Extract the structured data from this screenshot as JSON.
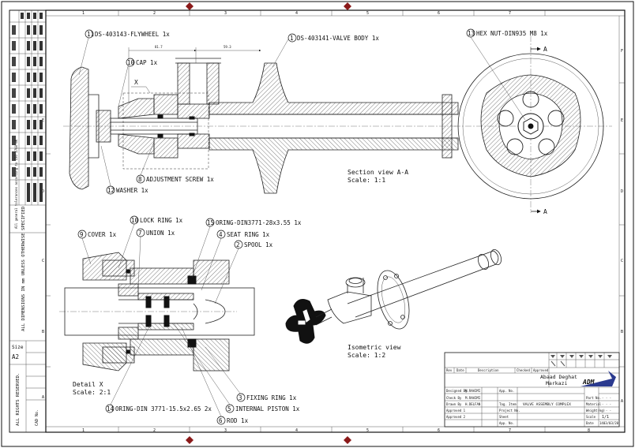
{
  "sheet": {
    "top_ruler": [
      "1",
      "2",
      "3",
      "4",
      "5",
      "6",
      "7"
    ],
    "bottom_ruler": [
      "1",
      "2",
      "3",
      "4",
      "5",
      "6",
      "7",
      "8"
    ],
    "right_ruler": [
      "F",
      "E",
      "D",
      "C",
      "B",
      "A"
    ],
    "left_ruler": [
      "E",
      "D",
      "C",
      "B",
      "A"
    ]
  },
  "left_strip": {
    "general_note": "All general tolerances according to ISO 2768-mK",
    "dimensions_note": "ALL DIMENSIONS IN mm UNLESS OTHERWISE SPECIFIED",
    "size_label": "Size",
    "size_value": "A2",
    "rights_note": "ALL RIGHTS RESERVED.",
    "cad_label": "CAD No."
  },
  "callouts": [
    {
      "num": "11",
      "text": "DS-403143-FLYWHEEL 1x"
    },
    {
      "num": "10",
      "text": "CAP 1x"
    },
    {
      "num": "1",
      "text": "DS-403141-VALVE BODY 1x"
    },
    {
      "num": "13",
      "text": "HEX NUT-DIN935 M8 1x"
    },
    {
      "num": "8",
      "text": "ADJUSTMENT SCREW 1x"
    },
    {
      "num": "12",
      "text": "WASHER 1x"
    },
    {
      "num": "10",
      "text": "LOCK RING 1x"
    },
    {
      "num": "9",
      "text": "COVER 1x"
    },
    {
      "num": "7",
      "text": "UNION 1x"
    },
    {
      "num": "15",
      "text": "ORING-DIN3771-28x3.55 1x"
    },
    {
      "num": "4",
      "text": "SEAT RING 1x"
    },
    {
      "num": "2",
      "text": "SPOOL 1x"
    },
    {
      "num": "3",
      "text": "FIXING RING 1x"
    },
    {
      "num": "5",
      "text": "INTERNAL PISTON 1x"
    },
    {
      "num": "14",
      "text": "ORING-DIN 3771-15.5x2.65 2x"
    },
    {
      "num": "6",
      "text": "ROD 1x"
    }
  ],
  "dimensions": {
    "d1": "81.7",
    "d2": "59.3"
  },
  "views": {
    "section_title": "Section view A-A",
    "section_scale": "Scale:  1:1",
    "detail_title": "Detail X",
    "detail_scale": "Scale:  2:1",
    "iso_title": "Isometric view",
    "iso_scale": "Scale:  1:2",
    "section_marker": "A",
    "detail_marker": "X"
  },
  "title_block": {
    "company_line1": "Abaad Deghat",
    "company_line2": "Markazi",
    "drawing_title": "VALVE ASSEMBLY COMPLEX",
    "header_row": [
      "Rev",
      "Date",
      "Description",
      "Checked",
      "Approved"
    ],
    "designed_by_label": "Designed By",
    "designed_by": "M.RAHIMI",
    "checked_by_label": "Check By",
    "checked_by": "M.RAHIMI",
    "drawn_by_label": "Drawn By",
    "drawn_by": "H.DELFAN",
    "approved1_label": "Approved 1",
    "approved2_label": "Approved 2",
    "app_no_label": "App. No.",
    "tag_item_label": "Tag. Item",
    "project_label": "Project No.",
    "sheet_label": "Sheet",
    "sheet_value": "1/1",
    "date_label": "Date",
    "date_value": "1403/03/20",
    "material_label": "Material",
    "weight_label": "Weight(kg)",
    "scale_label": "Scale",
    "part_no_label": "Part No.",
    "logo_text": "ADM",
    "dash": "- - -"
  }
}
